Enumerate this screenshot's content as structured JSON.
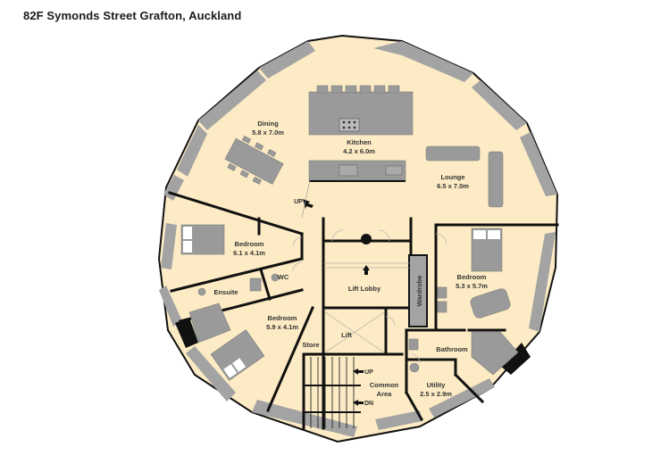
{
  "title": "82F Symonds Street Grafton, Auckland",
  "colors": {
    "floor": "#fcebc4",
    "wall": "#111111",
    "glazing_band": "#a3a3a3",
    "furniture": "#9a9a9a",
    "background": "#ffffff"
  },
  "rooms": {
    "dining": {
      "name": "Dining",
      "size": "5.8 x 7.0m"
    },
    "kitchen": {
      "name": "Kitchen",
      "size": "4.2 x 6.0m"
    },
    "lounge": {
      "name": "Lounge",
      "size": "6.5 x 7.0m"
    },
    "bedroom1": {
      "name": "Bedroom",
      "size": "6.1 x 4.1m"
    },
    "bedroom2": {
      "name": "Bedroom",
      "size": "5.3 x 5.7m"
    },
    "bedroom3": {
      "name": "Bedroom",
      "size": "5.9 x 4.1m"
    },
    "ensuite": {
      "name": "Ensuite"
    },
    "wc": {
      "name": "WC"
    },
    "lift_lobby": {
      "name": "Lift Lobby"
    },
    "lift": {
      "name": "Lift"
    },
    "wardrobe": {
      "name": "Wardrobe"
    },
    "store": {
      "name": "Store"
    },
    "bathroom": {
      "name": "Bathroom"
    },
    "common_area": {
      "name": "Common",
      "name2": "Area"
    },
    "utility": {
      "name": "Utility",
      "size": "2.5 x 2.9m"
    }
  },
  "stair_markers": {
    "up_main": "UP",
    "up_stairs": "UP",
    "down_stairs": "DN"
  }
}
